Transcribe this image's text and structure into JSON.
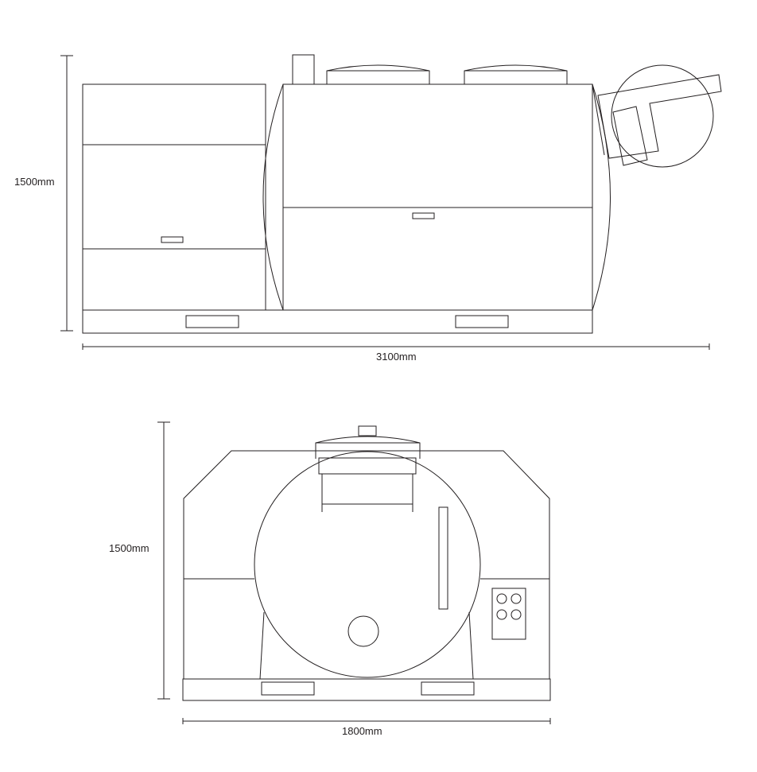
{
  "side_view": {
    "height_label": "1500mm",
    "length_label": "3100mm"
  },
  "end_view": {
    "height_label": "1500mm",
    "width_label": "1800mm"
  },
  "colors": {
    "line": "#231f20",
    "background": "#ffffff"
  }
}
